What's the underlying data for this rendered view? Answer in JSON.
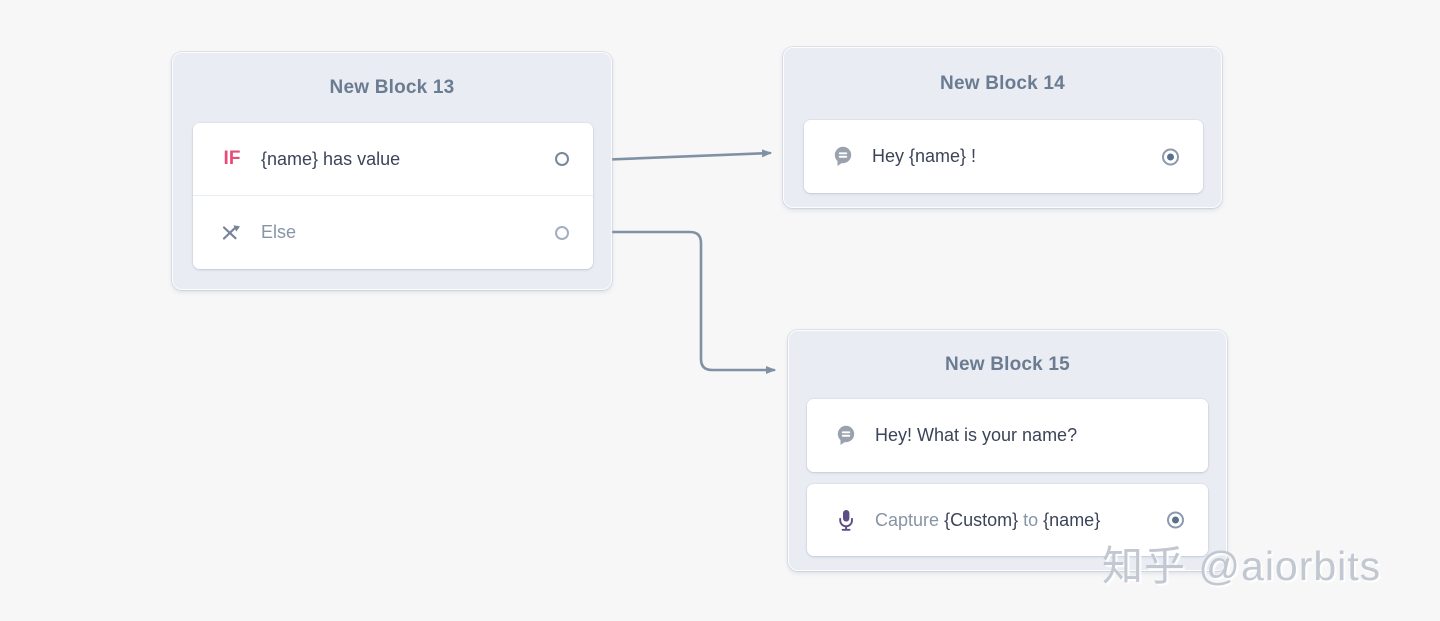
{
  "blocks": {
    "block13": {
      "title": "New Block 13",
      "if_row": {
        "keyword": "IF",
        "text": "{name} has value"
      },
      "else_row": {
        "text": "Else"
      }
    },
    "block14": {
      "title": "New Block 14",
      "speak_row": {
        "text": "Hey {name} !"
      }
    },
    "block15": {
      "title": "New Block 15",
      "speak_row": {
        "text": "Hey! What is your name?"
      },
      "capture_row": {
        "capture_label": "Capture",
        "custom_var": "{Custom}",
        "to_label": "to",
        "name_var": "{name}"
      }
    }
  },
  "watermark": {
    "text": "知乎 @aiorbits"
  },
  "colors": {
    "canvas_background": "#f7f7f8",
    "block_background": "#e9ecf2",
    "card_background": "#ffffff",
    "title_text": "#6b7c92",
    "body_text": "#3b4458",
    "muted_text": "#8794a6",
    "if_accent": "#e74c77",
    "connector": "#7f92a4",
    "mic_purple": "#5b4d87",
    "bubble_gray": "#9aa2ad",
    "shuffle_gray": "#77839a"
  }
}
